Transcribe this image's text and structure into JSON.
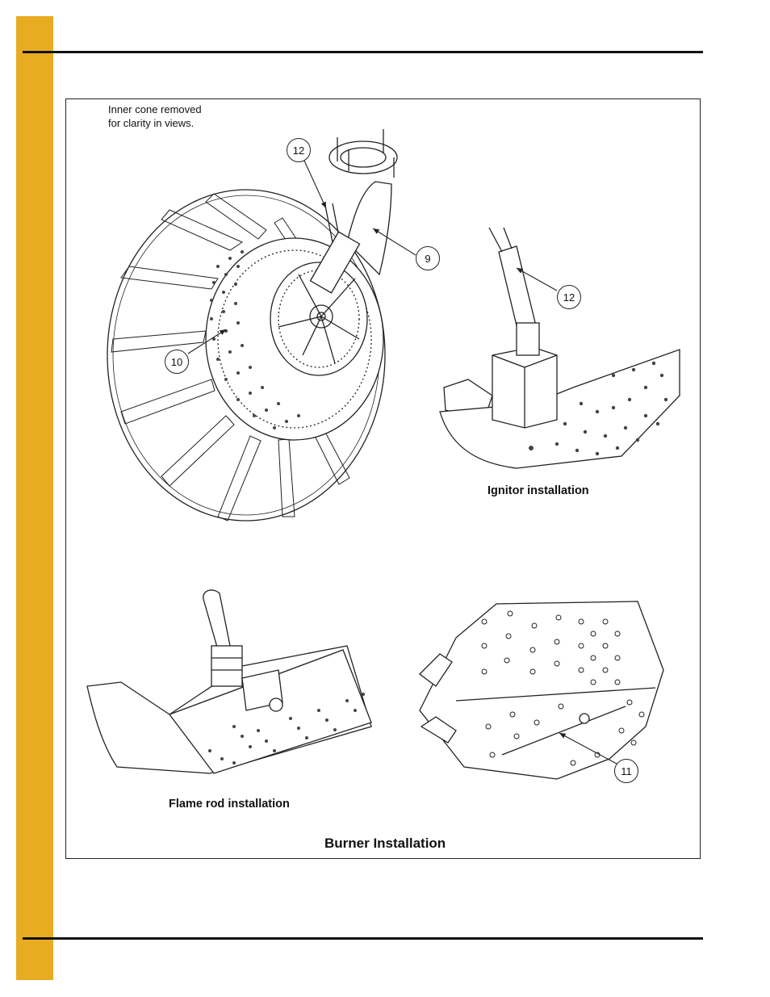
{
  "colors": {
    "side_bar": "#E8AC22",
    "rule": "#111111",
    "line_art": "#222222"
  },
  "note": {
    "line1": "Inner cone removed",
    "line2": "for clarity in views."
  },
  "callouts": {
    "c12_main": "12",
    "c9": "9",
    "c10": "10",
    "c12_ignitor": "12",
    "c11": "11"
  },
  "captions": {
    "ignitor": "Ignitor installation",
    "flame_rod": "Flame rod installation"
  },
  "figure_title": "Burner Installation"
}
